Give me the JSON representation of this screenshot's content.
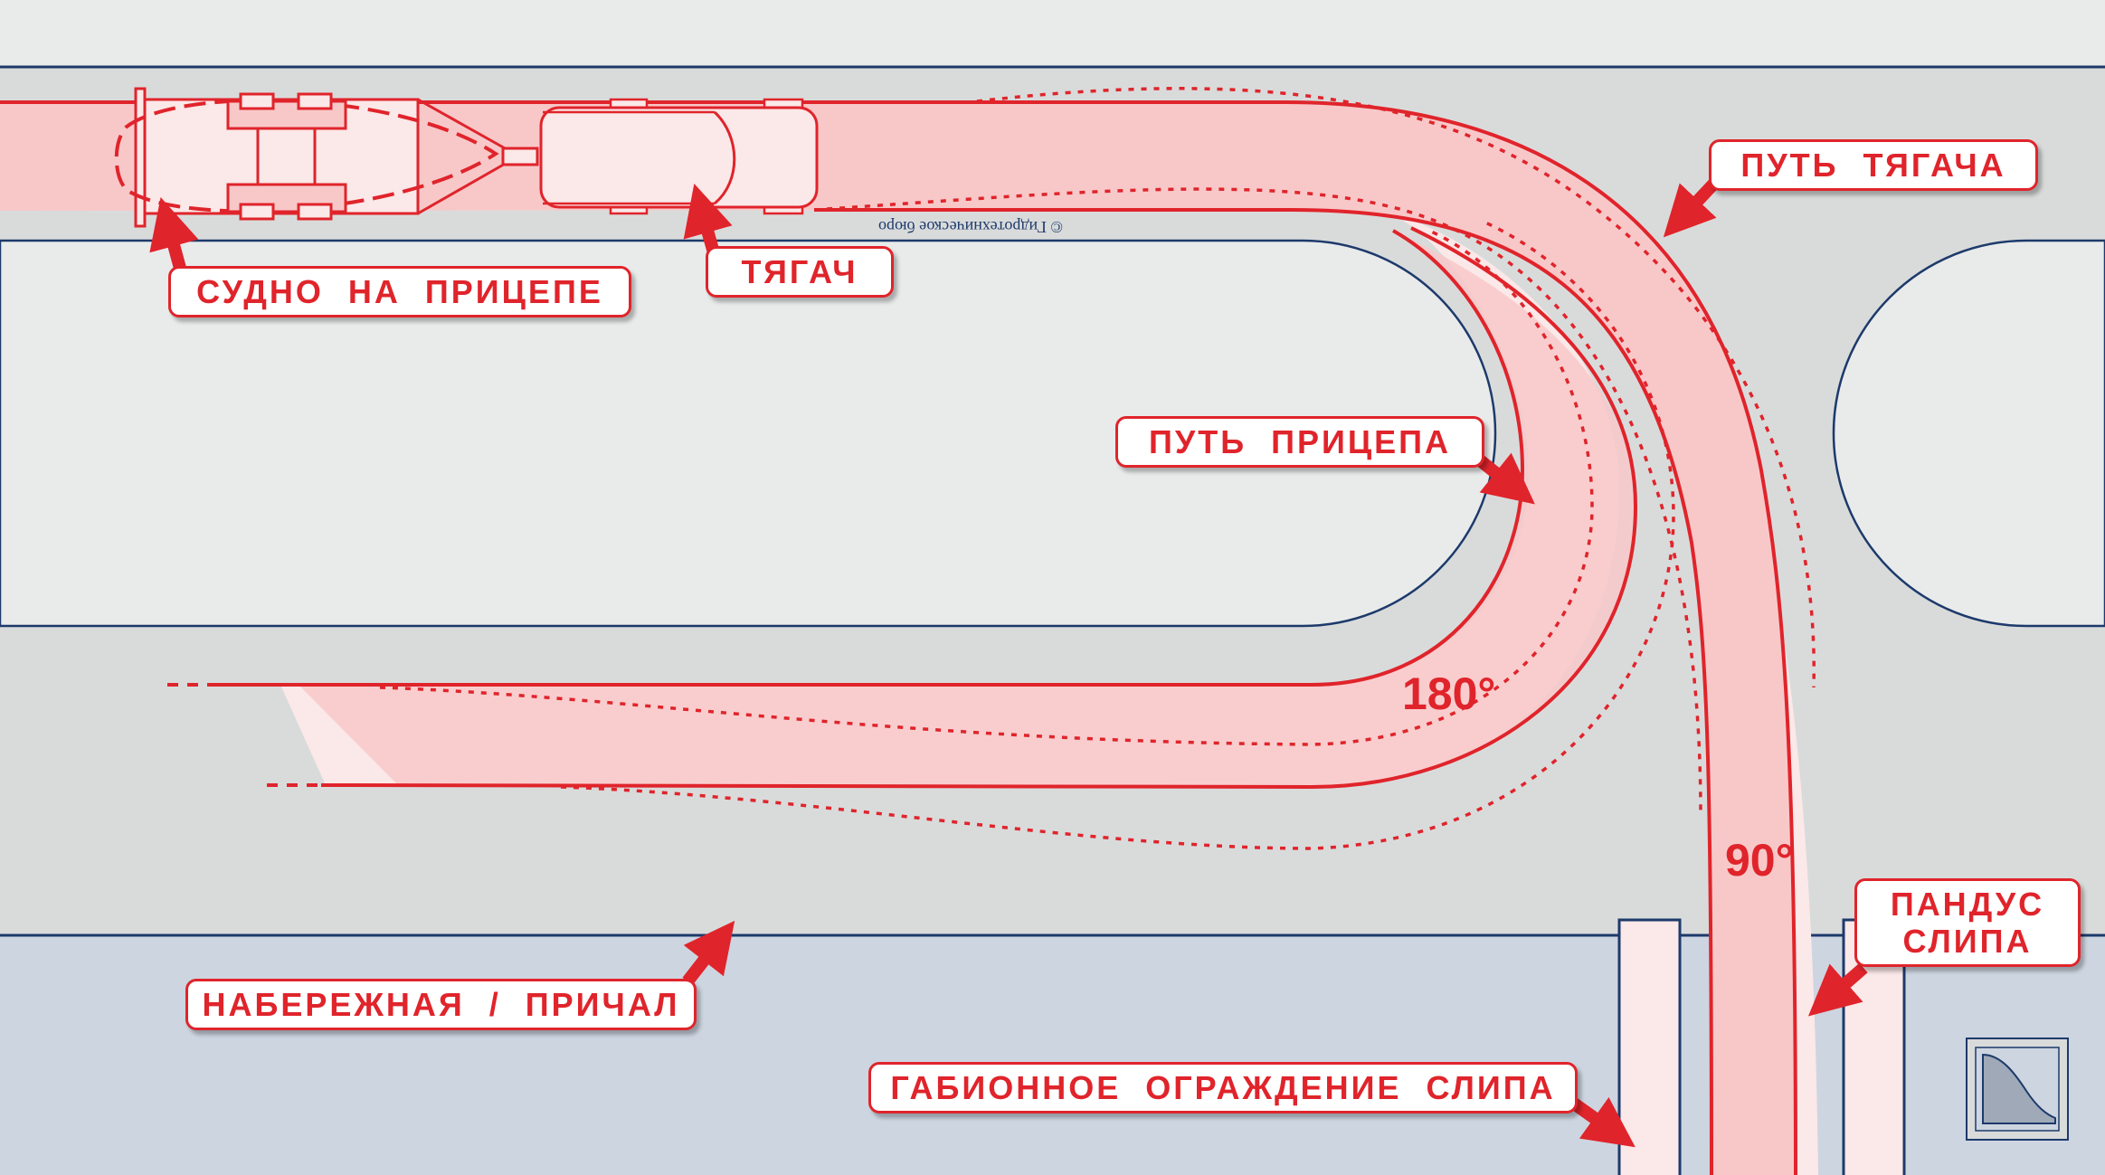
{
  "labels": {
    "vessel_on_trailer": "СУДНО НА ПРИЦЕПЕ",
    "tractor": "ТЯГАЧ",
    "tractor_path": "ПУТЬ ТЯГАЧА",
    "trailer_path": "ПУТЬ ПРИЦЕПА",
    "embankment": "НАБЕРЕЖНАЯ / ПРИЧАЛ",
    "gabion_fence": "ГАБИОННОЕ ОГРАЖДЕНИЕ СЛИПА",
    "slip_ramp_line1": "ПАНДУС",
    "slip_ramp_line2": "СЛИПА"
  },
  "angles": {
    "turn_180": "180°",
    "turn_90": "90°"
  },
  "copyright": "© Гидротехническое бюро",
  "colors": {
    "accent_red": "#e0242b",
    "path_fill": "#f8c8c9",
    "path_fill_light": "#fbe8e8",
    "road_grey": "#d9dbdb",
    "island_grey": "#e9ebeb",
    "water_blue": "#cdd5e0",
    "outline_navy": "#1d3a6b"
  },
  "icons": {
    "logo": "slip-ramp-logo-icon",
    "arrow": "red-pointer-arrow-icon"
  }
}
